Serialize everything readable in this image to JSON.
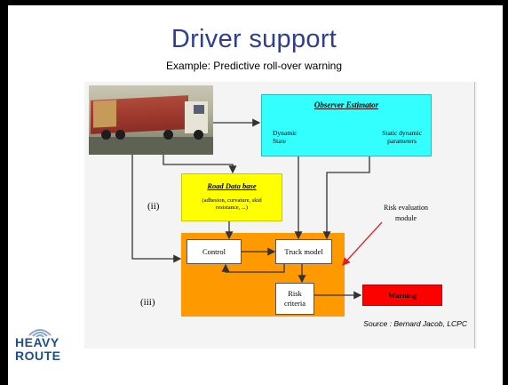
{
  "slide": {
    "title": "Driver support",
    "subtitle": "Example: Predictive roll-over warning"
  },
  "diagram": {
    "observer_box": {
      "title": "Observer Estimator",
      "left_label": "Dynamic\nState",
      "right_label": "Static dynamic\nparameters",
      "color": "#33ffff"
    },
    "road_box": {
      "title": "Road Data base",
      "subtitle": "(adhesion, curvature, skid\nresistance, ...)",
      "color": "#ffff00"
    },
    "control_box": {
      "label": "Control"
    },
    "truck_model_box": {
      "label": "Truck model"
    },
    "risk_criteria_box": {
      "label": "Risk\ncriteria"
    },
    "warning_box": {
      "label": "Warning",
      "color": "#ff0000"
    },
    "orange_region_color": "#ff9900",
    "label_ii": "(ii)",
    "label_iii": "(iii)",
    "risk_eval_label": "Risk evaluation\nmodule"
  },
  "source": "Source : Bernard Jacob, LCPC",
  "logo": {
    "line1": "HEAVY",
    "line2": "ROUTE",
    "color": "#1f4e8c"
  },
  "icons": {
    "logo_mark": "signal-waves-icon",
    "truck_photo": "truck-photo"
  }
}
